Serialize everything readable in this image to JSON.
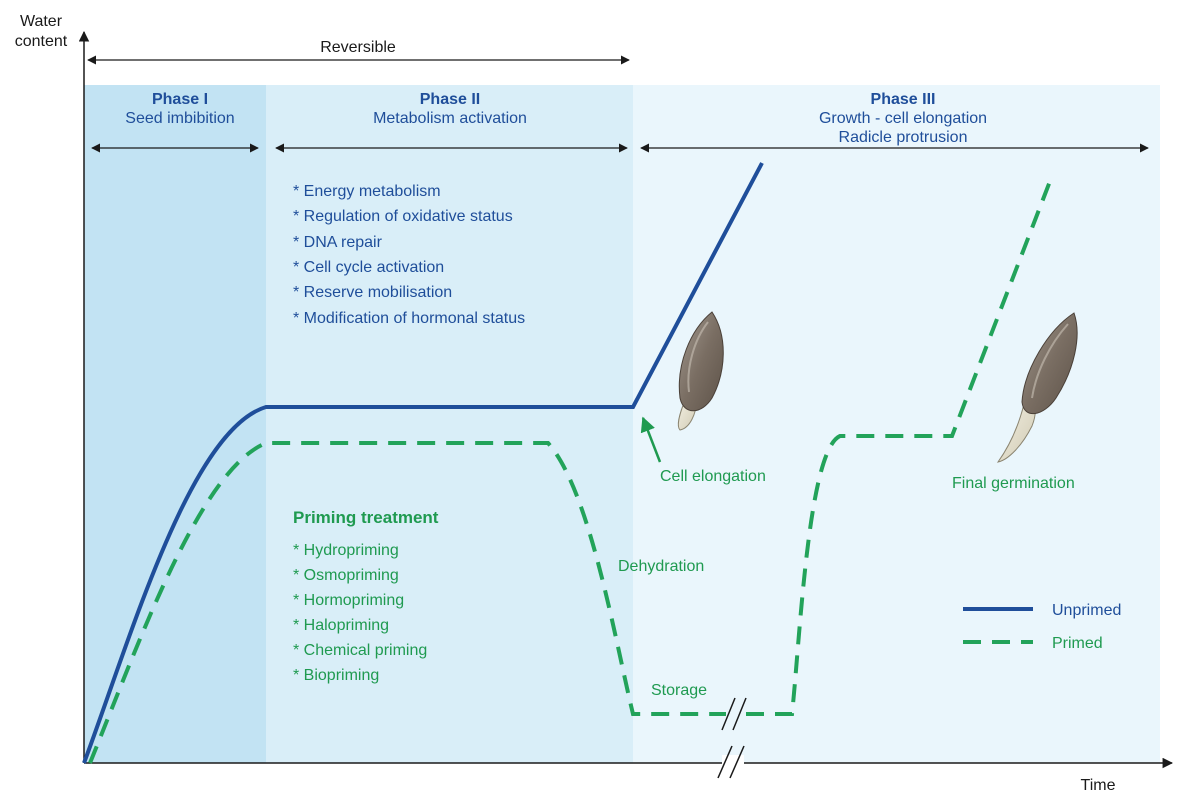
{
  "axes": {
    "y_label_line1": "Water",
    "y_label_line2": "content",
    "x_label": "Time"
  },
  "reversible_label": "Reversible",
  "phases": [
    {
      "title": "Phase I",
      "subtitle": "Seed imbibition",
      "subtitle2": ""
    },
    {
      "title": "Phase II",
      "subtitle": "Metabolism activation",
      "subtitle2": ""
    },
    {
      "title": "Phase III",
      "subtitle": "Growth - cell elongation",
      "subtitle2": "Radicle protrusion"
    }
  ],
  "phase2_processes": [
    "* Energy metabolism",
    "* Regulation of oxidative status",
    "* DNA repair",
    "* Cell cycle activation",
    "* Reserve mobilisation",
    "* Modification of hormonal status"
  ],
  "priming": {
    "heading": "Priming treatment",
    "items": [
      "* Hydropriming",
      "* Osmopriming",
      "* Hormopriming",
      "* Halopriming",
      "* Chemical priming",
      "* Biopriming"
    ]
  },
  "annotations": {
    "cell_elongation": "Cell elongation",
    "dehydration": "Dehydration",
    "storage": "Storage",
    "final_germination": "Final germination"
  },
  "legend": {
    "unprimed": "Unprimed",
    "primed": "Primed"
  },
  "colors": {
    "unprimed_line": "#1f4e9a",
    "primed_line": "#22a35a",
    "phase1_bg": "#c2e3f3",
    "phase2_bg": "#d9eef8",
    "phase3_bg": "#eaf6fc"
  }
}
